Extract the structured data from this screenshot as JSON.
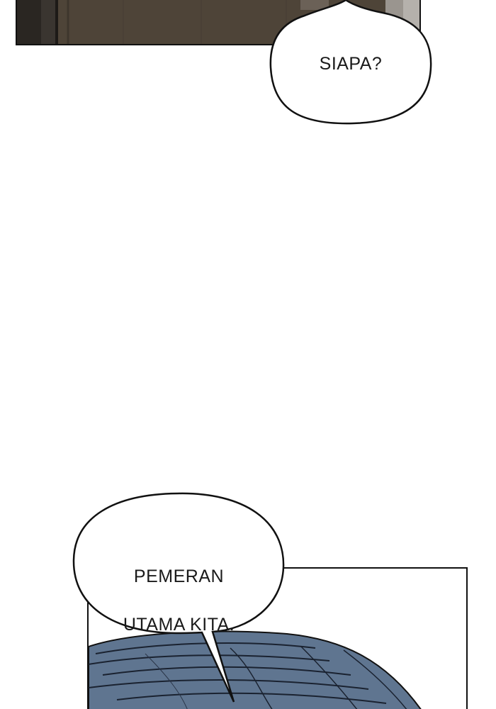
{
  "bubbles": {
    "top": {
      "text": "SIAPA?"
    },
    "bottom": {
      "line1": "PEMERAN",
      "line2": "UTAMA KITA."
    }
  },
  "colors": {
    "top_panel_wood": "#4e4438",
    "top_panel_dark": "#2a2622",
    "hair_blue": "#5f7590",
    "bubble_fill": "#ffffff",
    "outline": "#111111"
  }
}
